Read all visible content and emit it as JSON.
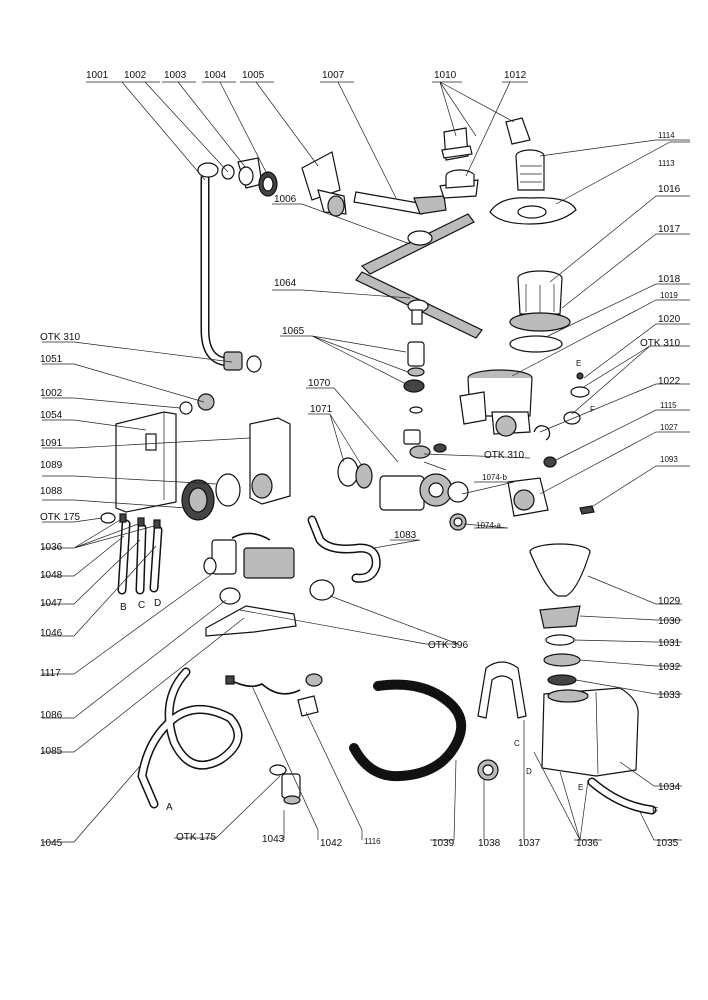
{
  "labels": {
    "l1001": "1001",
    "l1002": "1002",
    "l1003": "1003",
    "l1004": "1004",
    "l1005": "1005",
    "l1007": "1007",
    "l1010": "1010",
    "l1012": "1012",
    "l1114": "1114",
    "l1113": "1113",
    "l1016": "1016",
    "l1006": "1006",
    "l1017": "1017",
    "l1018": "1018",
    "l1019": "1019",
    "l1064": "1064",
    "l1020": "1020",
    "lotk310a": "OTK 310",
    "lotk310b": "OTK 310",
    "l1065": "1065",
    "l1051": "1051",
    "lE1": "E",
    "l1022": "1022",
    "l1070": "1070",
    "lF1": "F",
    "l1002b": "1002",
    "l1071": "1071",
    "l1115": "1115",
    "l1054": "1054",
    "l1027": "1027",
    "l1091": "1091",
    "lotk310c": "OTK 310",
    "l1093": "1093",
    "l1089": "1089",
    "l1074b": "1074-b",
    "l1088": "1088",
    "lotk175a": "OTK 175",
    "l1074a": "1074-a",
    "l1036a": "1036",
    "l1083": "1083",
    "l1048": "1048",
    "l1047": "1047",
    "lB": "B",
    "lC": "C",
    "lD": "D",
    "l1029": "1029",
    "l1046": "1046",
    "l1030": "1030",
    "lotk396": "OTK 396",
    "l1031": "1031",
    "l1117": "1117",
    "l1032": "1032",
    "l1033": "1033",
    "l1086": "1086",
    "l1085": "1085",
    "lC2": "C",
    "lD2": "D",
    "l1034": "1034",
    "lE2": "E",
    "lA": "A",
    "lF2": "F",
    "lotk175b": "OTK 175",
    "l1043": "1043",
    "l1042": "1042",
    "l1116": "1116",
    "l1039": "1039",
    "l1038": "1038",
    "l1037": "1037",
    "l1036b": "1036",
    "l1045": "1045",
    "l1035": "1035"
  }
}
